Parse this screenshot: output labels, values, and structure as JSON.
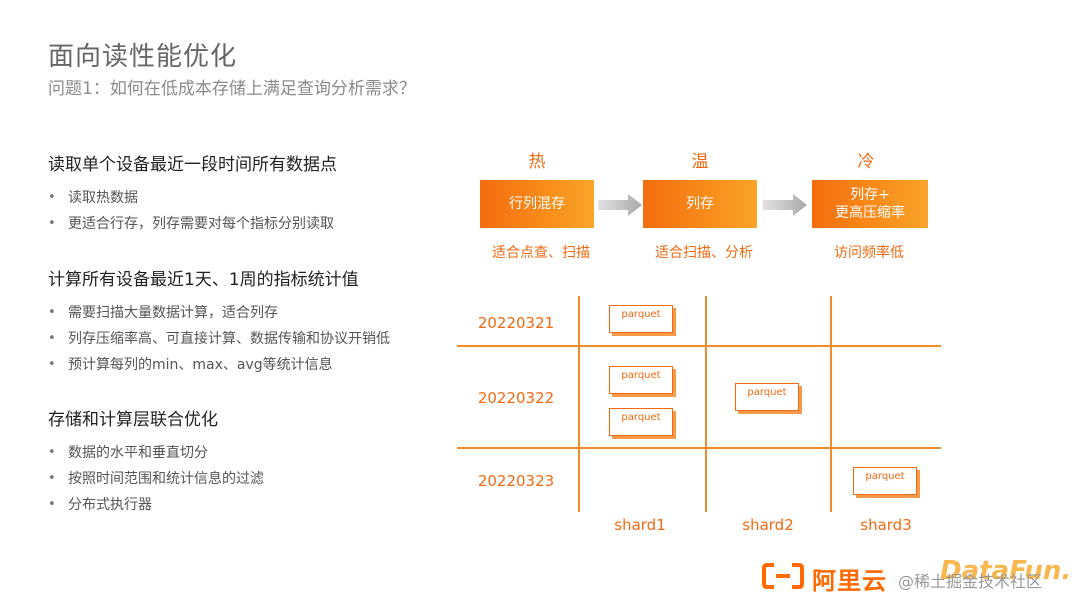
{
  "slide": {
    "title": "面向读性能优化",
    "subtitle": "问题1：如何在低成本存储上满足查询分析需求？"
  },
  "sections": [
    {
      "heading": "读取单个设备最近一段时间所有数据点",
      "bullets": [
        "读取热数据",
        "更适合行存，列存需要对每个指标分别读取"
      ]
    },
    {
      "heading": "计算所有设备最近1天、1周的指标统计值",
      "bullets": [
        "需要扫描大量数据计算，适合列存",
        "列存压缩率高、可直接计算、数据传输和协议开销低",
        "预计算每列的min、max、avg等统计信息"
      ]
    },
    {
      "heading": "存储和计算层联合优化",
      "bullets": [
        "数据的水平和垂直切分",
        "按照时间范围和统计信息的过滤",
        "分布式执行器"
      ]
    }
  ],
  "bullet_glyph": "•",
  "tiers": [
    {
      "temp": "热",
      "box": "行列混存",
      "desc": "适合点查、扫描"
    },
    {
      "temp": "温",
      "box": "列存",
      "desc": "适合扫描、分析"
    },
    {
      "temp": "冷",
      "box_line1": "列存+",
      "box_line2": "更高压缩率",
      "desc": "访问频率低"
    }
  ],
  "grid": {
    "dates": [
      "20220321",
      "20220322",
      "20220323"
    ],
    "shards": [
      "shard1",
      "shard2",
      "shard3"
    ],
    "parquet_label": "parquet"
  },
  "logo": {
    "brand": "阿里云",
    "icon": "aliyun-bracket-icon"
  },
  "watermark": {
    "text": "@稀土掘金技术社区",
    "mark": "DataFun."
  },
  "colors": {
    "accent": "#f26a10",
    "text": "#555555",
    "title": "#666666"
  }
}
